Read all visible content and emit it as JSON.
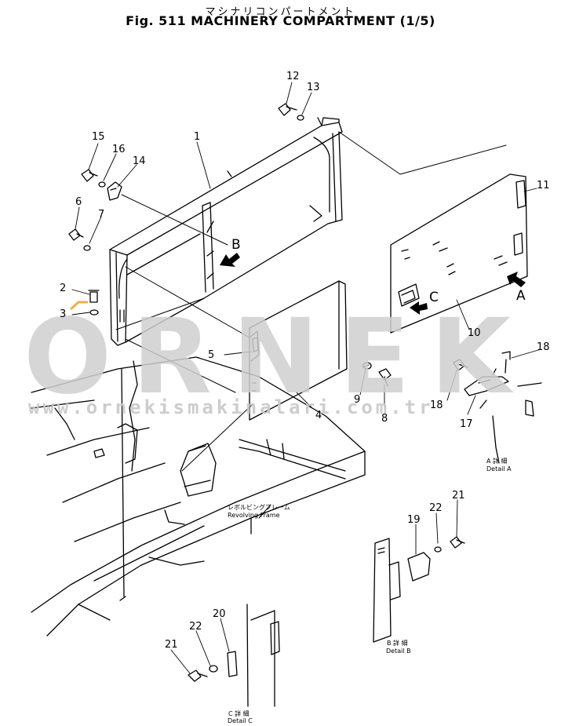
{
  "title": {
    "japanese": "マシナリコンパートメント",
    "english": "Fig. 511 MACHINERY COMPARTMENT (1/5)"
  },
  "watermark": {
    "brand": "ORNEK",
    "url": "www.ornekismakinalari.com.tr"
  },
  "part_labels": [
    "1",
    "2",
    "3",
    "4",
    "5",
    "6",
    "7",
    "8",
    "9",
    "10",
    "11",
    "12",
    "13",
    "14",
    "15",
    "16",
    "17",
    "18",
    "18",
    "19",
    "20",
    "21",
    "21",
    "22",
    "22"
  ],
  "view_markers": [
    "A",
    "B",
    "C"
  ],
  "details": {
    "a_jp": "A 詳 細",
    "a_en": "Detail A",
    "b_jp": "B 詳 細",
    "b_en": "Detail B",
    "c_jp": "C 詳 細",
    "c_en": "Detail C"
  },
  "frame_label": {
    "jp": "レボルビングフレーム",
    "en": "Revolving Frame"
  },
  "colors": {
    "line": "#000000",
    "watermark": "#cfcfcf",
    "logo_accent": "#e8b04a"
  }
}
